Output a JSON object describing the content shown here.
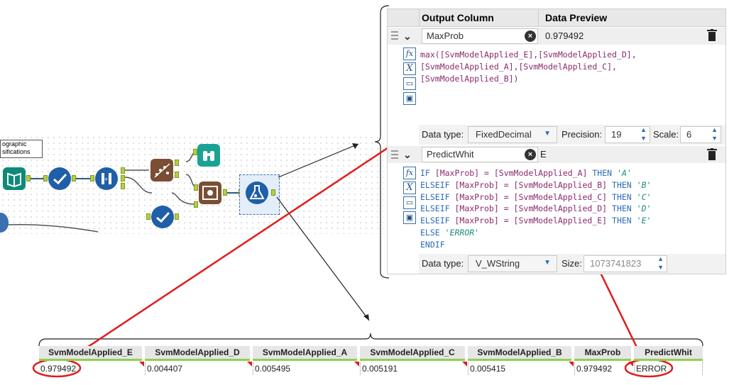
{
  "canvas": {
    "annotation_lines": [
      "ographic",
      "sifications"
    ]
  },
  "panel": {
    "headers": {
      "output_column": "Output Column",
      "data_preview": "Data Preview"
    },
    "row1": {
      "field": "MaxProb",
      "preview": "0.979492",
      "expression": [
        "max([SvmModelApplied_E],[SvmModelApplied_D],",
        "[SvmModelApplied_A],[SvmModelApplied_C],",
        "[SvmModelApplied_B])"
      ],
      "data_type_label": "Data type:",
      "data_type": "FixedDecimal",
      "precision_label": "Precision:",
      "precision": "19",
      "scale_label": "Scale:",
      "scale": "6"
    },
    "row2": {
      "field": "PredictWhit",
      "preview": "E",
      "expression": {
        "l1": {
          "a": "IF ",
          "b": "[MaxProb] = [SvmModelApplied_A] ",
          "c": "THEN ",
          "d": "'A'"
        },
        "l2": {
          "a": "ELSEIF ",
          "b": "[MaxProb] = [SvmModelApplied_B] ",
          "c": "THEN ",
          "d": "'B'"
        },
        "l3": {
          "a": "ELSEIF ",
          "b": "[MaxProb] = [SvmModelApplied_C] ",
          "c": "THEN ",
          "d": "'C'"
        },
        "l4": {
          "a": "ELSEIF ",
          "b": "[MaxProb] = [SvmModelApplied_D] ",
          "c": "THEN ",
          "d": "'D'"
        },
        "l5": {
          "a": "ELSEIF ",
          "b": "[MaxProb] = [SvmModelApplied_E] ",
          "c": "THEN ",
          "d": "'E'"
        },
        "l6": {
          "a": "ELSE ",
          "d": "'ERROR'"
        },
        "l7": {
          "a": "ENDIF"
        }
      },
      "data_type_label": "Data type:",
      "data_type": "V_WString",
      "size_label": "Size:",
      "size": "1073741823"
    },
    "icons": {
      "fx": "fx",
      "x": "X"
    }
  },
  "table": {
    "columns": [
      "SvmModelApplied_E",
      "SvmModelApplied_D",
      "SvmModelApplied_A",
      "SvmModelApplied_C",
      "SvmModelApplied_B",
      "MaxProb",
      "PredictWhit"
    ],
    "row": [
      "0.979492",
      "0.004407",
      "0.005495",
      "0.005191",
      "0.005415",
      "0.979492",
      "ERROR"
    ]
  },
  "colors": {
    "highlight": "#e21b1b",
    "accent": "#8fd14f",
    "link": "#2c5a8a"
  }
}
